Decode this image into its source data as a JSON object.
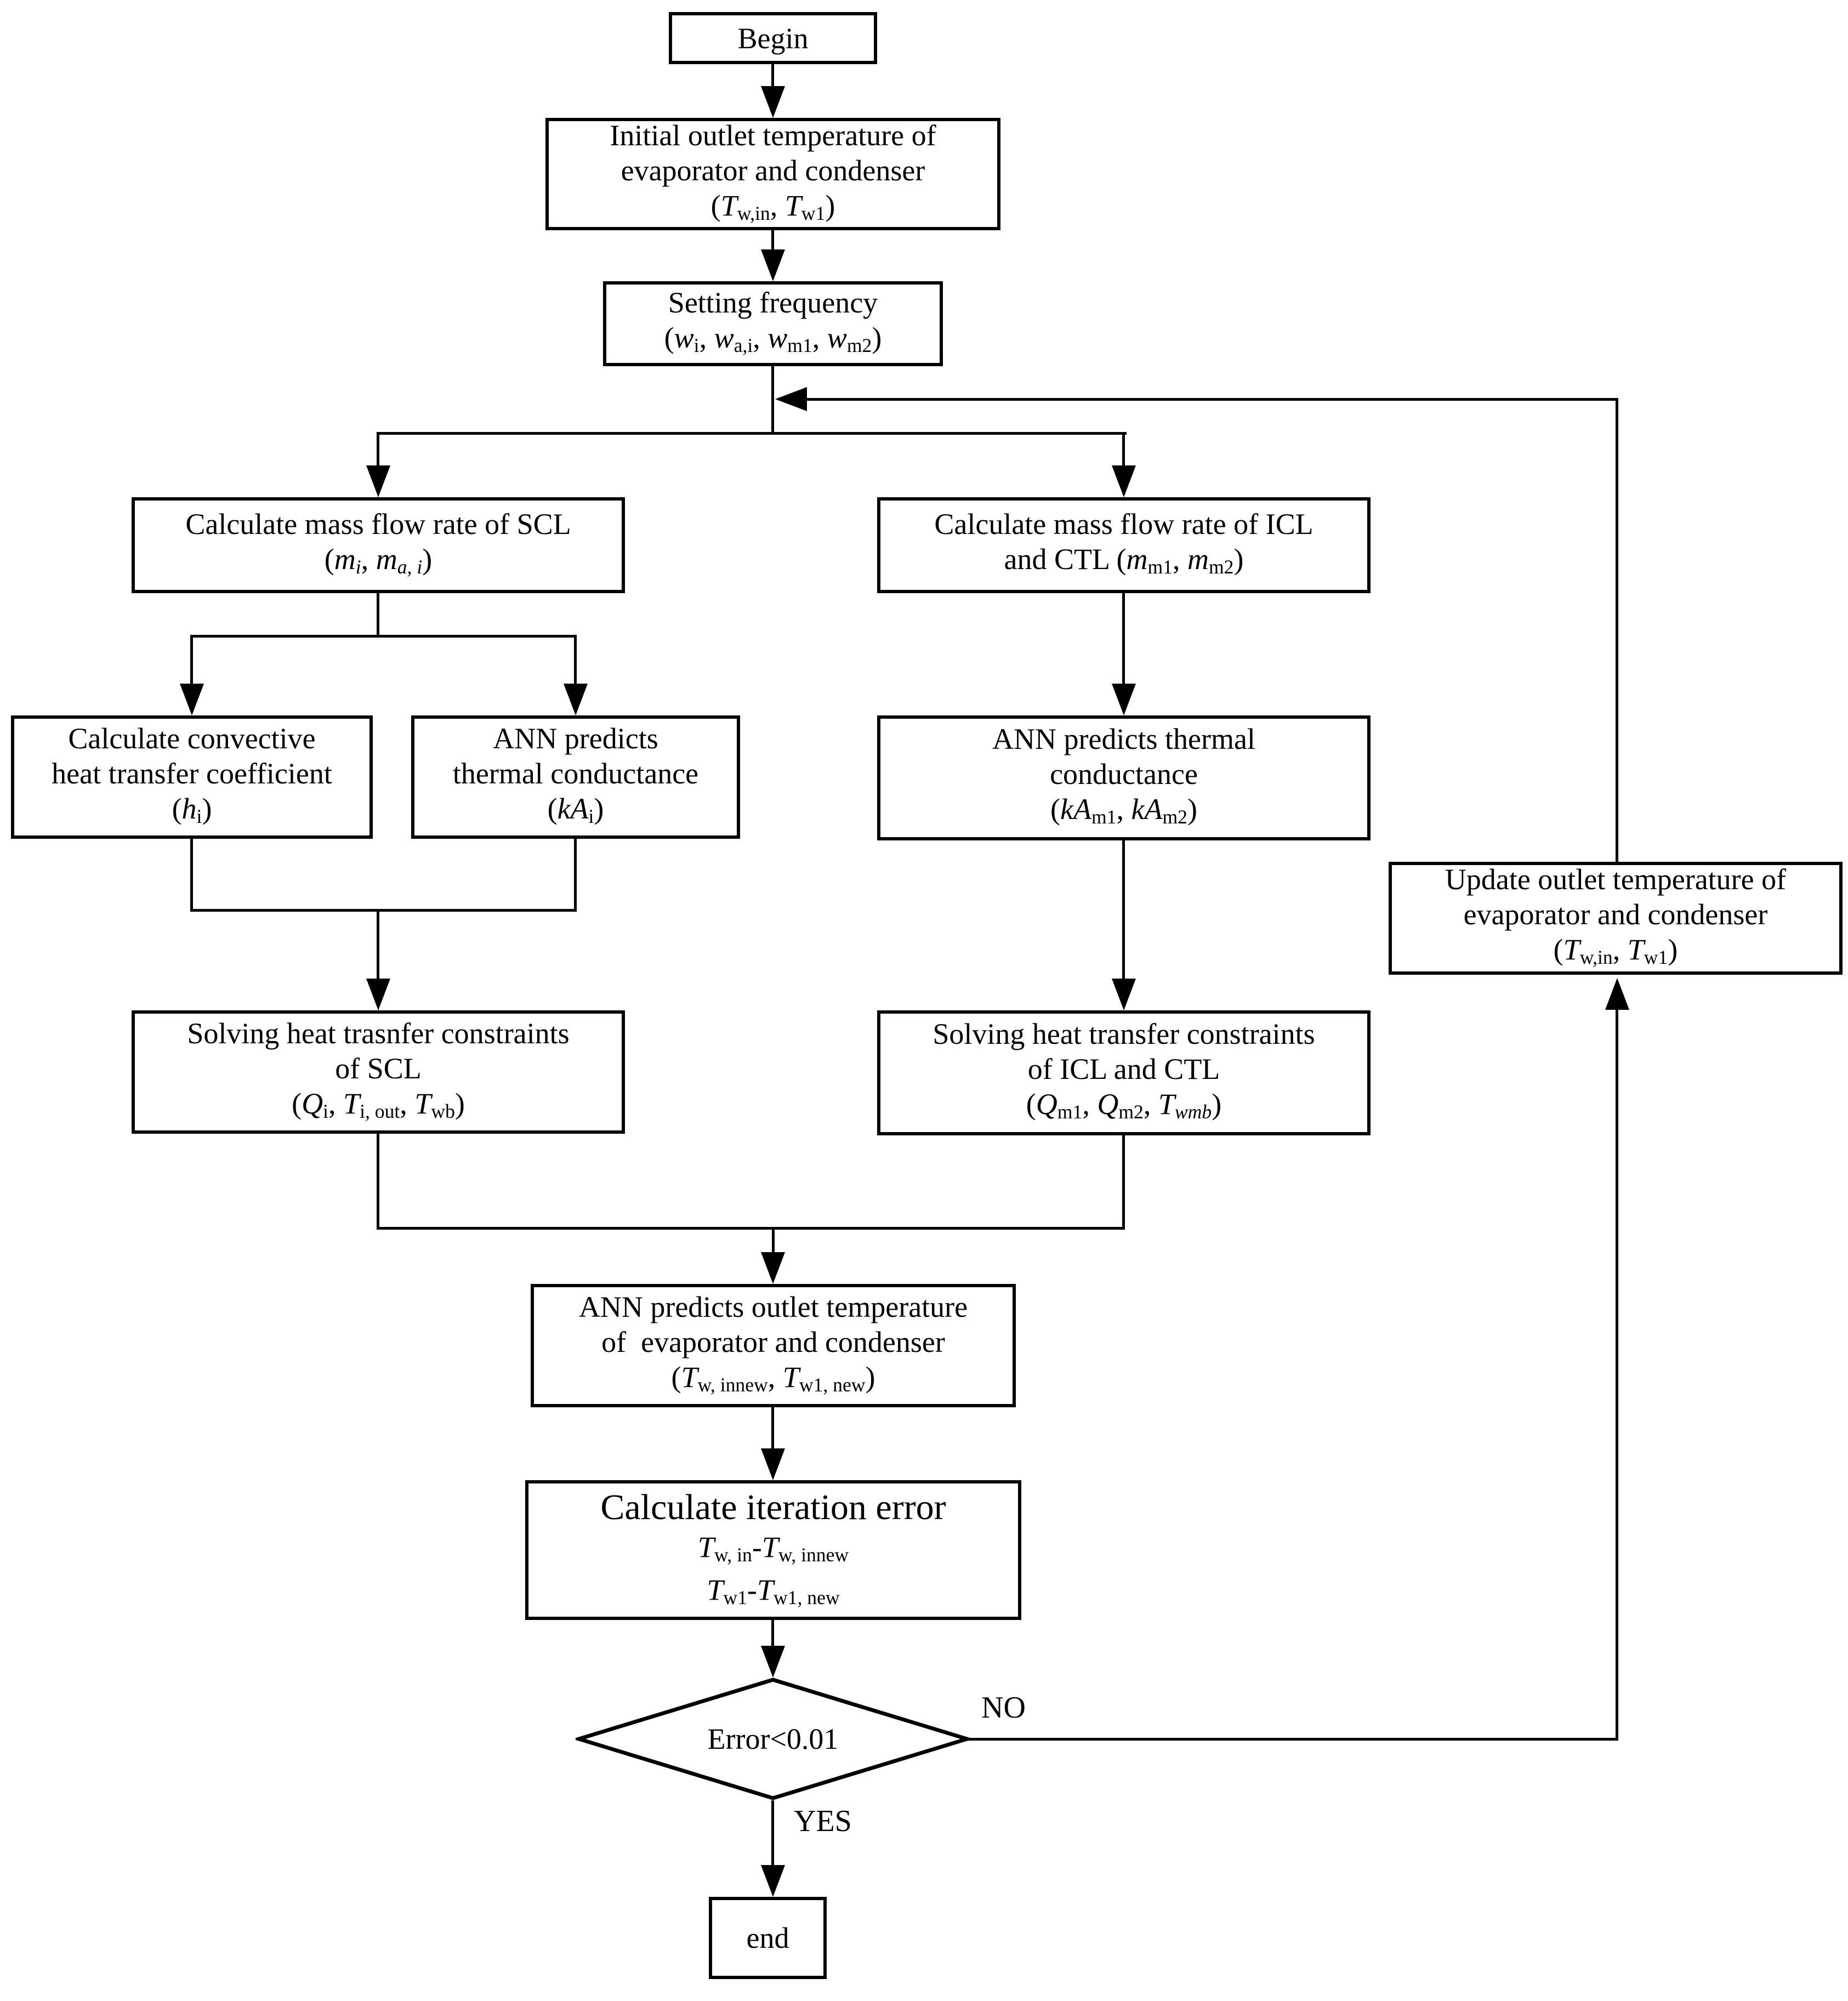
{
  "figure": {
    "type": "flowchart",
    "colors": {
      "background": "#ffffff",
      "line": "#000000",
      "text": "#000000"
    }
  },
  "nodes": {
    "begin": {
      "label": "Begin"
    },
    "initial": {
      "lines": [
        [
          {
            "t": "Initial outlet temperature of"
          }
        ],
        [
          {
            "t": "evaporator and condenser"
          }
        ],
        [
          {
            "t": "("
          },
          {
            "t": "T",
            "s": "i"
          },
          {
            "t": "w,in",
            "s": "sub"
          },
          {
            "t": ", "
          },
          {
            "t": "T",
            "s": "i"
          },
          {
            "t": "w1",
            "s": "sub"
          },
          {
            "t": ")"
          }
        ]
      ]
    },
    "setting": {
      "lines": [
        [
          {
            "t": "Setting frequency"
          }
        ],
        [
          {
            "t": "("
          },
          {
            "t": "w",
            "s": "i"
          },
          {
            "t": "i",
            "s": "sub"
          },
          {
            "t": ", "
          },
          {
            "t": "w",
            "s": "i"
          },
          {
            "t": "a,i",
            "s": "sub"
          },
          {
            "t": ", "
          },
          {
            "t": "w",
            "s": "i"
          },
          {
            "t": "m1",
            "s": "sub"
          },
          {
            "t": ", "
          },
          {
            "t": "w",
            "s": "i"
          },
          {
            "t": "m2",
            "s": "sub"
          },
          {
            "t": ")"
          }
        ]
      ]
    },
    "calc_scl": {
      "lines": [
        [
          {
            "t": "Calculate mass flow rate of SCL"
          }
        ],
        [
          {
            "t": "("
          },
          {
            "t": "m",
            "s": "i"
          },
          {
            "t": "i",
            "s": "subi"
          },
          {
            "t": ", "
          },
          {
            "t": "m",
            "s": "i"
          },
          {
            "t": "a, i",
            "s": "subi"
          },
          {
            "t": ")"
          }
        ]
      ]
    },
    "calc_icl": {
      "lines": [
        [
          {
            "t": "Calculate mass flow rate of ICL"
          }
        ],
        [
          {
            "t": "and CTL ("
          },
          {
            "t": "m",
            "s": "i"
          },
          {
            "t": "m1",
            "s": "sub"
          },
          {
            "t": ", "
          },
          {
            "t": "m",
            "s": "i"
          },
          {
            "t": "m2",
            "s": "sub"
          },
          {
            "t": ")"
          }
        ]
      ]
    },
    "convective": {
      "lines": [
        [
          {
            "t": "Calculate convective"
          }
        ],
        [
          {
            "t": "heat transfer coefficient"
          }
        ],
        [
          {
            "t": "("
          },
          {
            "t": "h",
            "s": "i"
          },
          {
            "t": "i",
            "s": "sub"
          },
          {
            "t": ")"
          }
        ]
      ]
    },
    "ann_scl": {
      "lines": [
        [
          {
            "t": "ANN predicts"
          }
        ],
        [
          {
            "t": "thermal conductance"
          }
        ],
        [
          {
            "t": "("
          },
          {
            "t": "kA",
            "s": "i"
          },
          {
            "t": "i",
            "s": "sub"
          },
          {
            "t": ")"
          }
        ]
      ]
    },
    "ann_icl": {
      "lines": [
        [
          {
            "t": "ANN predicts thermal"
          }
        ],
        [
          {
            "t": "conductance"
          }
        ],
        [
          {
            "t": "("
          },
          {
            "t": "kA",
            "s": "i"
          },
          {
            "t": "m1",
            "s": "sub"
          },
          {
            "t": ", "
          },
          {
            "t": "kA",
            "s": "i"
          },
          {
            "t": "m2",
            "s": "sub"
          },
          {
            "t": ")"
          }
        ]
      ]
    },
    "update": {
      "lines": [
        [
          {
            "t": "Update outlet temperature of"
          }
        ],
        [
          {
            "t": "evaporator and condenser"
          }
        ],
        [
          {
            "t": "("
          },
          {
            "t": "T",
            "s": "i"
          },
          {
            "t": "w,in",
            "s": "sub"
          },
          {
            "t": ", "
          },
          {
            "t": "T",
            "s": "i"
          },
          {
            "t": "w1",
            "s": "sub"
          },
          {
            "t": ")"
          }
        ]
      ]
    },
    "solve_scl": {
      "lines": [
        [
          {
            "t": "Solving heat trasnfer constraints"
          }
        ],
        [
          {
            "t": "of SCL"
          }
        ],
        [
          {
            "t": "("
          },
          {
            "t": "Q",
            "s": "i"
          },
          {
            "t": "i",
            "s": "sub"
          },
          {
            "t": ", "
          },
          {
            "t": "T",
            "s": "i"
          },
          {
            "t": "i, out",
            "s": "sub"
          },
          {
            "t": ", "
          },
          {
            "t": "T",
            "s": "i"
          },
          {
            "t": "wb",
            "s": "sub"
          },
          {
            "t": ")"
          }
        ]
      ]
    },
    "solve_icl": {
      "lines": [
        [
          {
            "t": "Solving heat transfer constraints"
          }
        ],
        [
          {
            "t": "of ICL and CTL"
          }
        ],
        [
          {
            "t": "("
          },
          {
            "t": "Q",
            "s": "i"
          },
          {
            "t": "m1",
            "s": "sub"
          },
          {
            "t": ", "
          },
          {
            "t": "Q",
            "s": "i"
          },
          {
            "t": "m2",
            "s": "sub"
          },
          {
            "t": ", "
          },
          {
            "t": "T",
            "s": "i"
          },
          {
            "t": "wmb",
            "s": "subi"
          },
          {
            "t": ")"
          }
        ]
      ]
    },
    "ann_outlet": {
      "lines": [
        [
          {
            "t": "ANN predicts outlet temperature"
          }
        ],
        [
          {
            "t": "of  evaporator and condenser"
          }
        ],
        [
          {
            "t": "("
          },
          {
            "t": "T",
            "s": "i"
          },
          {
            "t": "w, innew",
            "s": "sub"
          },
          {
            "t": ", "
          },
          {
            "t": "T",
            "s": "i"
          },
          {
            "t": "w1, new",
            "s": "sub"
          },
          {
            "t": ")"
          }
        ]
      ]
    },
    "iter_error": {
      "lines": [
        [
          {
            "t": "Calculate iteration error",
            "s": "big"
          }
        ],
        [
          {
            "t": "T",
            "s": "i"
          },
          {
            "t": "w, in",
            "s": "sub"
          },
          {
            "t": "-"
          },
          {
            "t": "T",
            "s": "i"
          },
          {
            "t": "w, innew",
            "s": "sub"
          }
        ],
        [
          {
            "t": "T",
            "s": "i"
          },
          {
            "t": "w1",
            "s": "sub"
          },
          {
            "t": "-"
          },
          {
            "t": "T",
            "s": "i"
          },
          {
            "t": "w1, new",
            "s": "sub"
          }
        ]
      ]
    },
    "decision": {
      "label": "Error<0.01"
    },
    "end": {
      "label": "end"
    }
  },
  "edge_labels": {
    "no": "NO",
    "yes": "YES"
  }
}
